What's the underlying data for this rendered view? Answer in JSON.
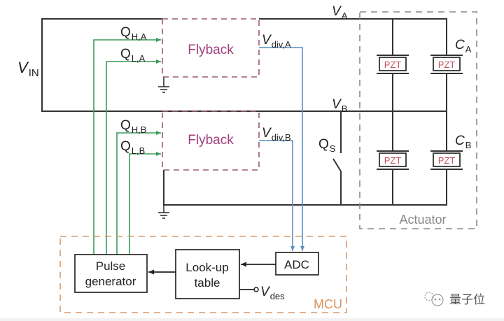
{
  "diagram": {
    "input_voltage": {
      "main": "V",
      "sub": "IN"
    },
    "flyback_a": {
      "label": "Flyback",
      "gate_high": {
        "main": "Q",
        "sub": "H,A"
      },
      "gate_low": {
        "main": "Q",
        "sub": "L,A"
      },
      "divider": {
        "main": "V",
        "sub": "div,A"
      }
    },
    "flyback_b": {
      "label": "Flyback",
      "gate_high": {
        "main": "Q",
        "sub": "H,B"
      },
      "gate_low": {
        "main": "Q",
        "sub": "L,B"
      },
      "divider": {
        "main": "V",
        "sub": "div,B"
      }
    },
    "node_a": {
      "main": "V",
      "sub": "A"
    },
    "node_b": {
      "main": "V",
      "sub": "B"
    },
    "switch": {
      "main": "Q",
      "sub": "S"
    },
    "cap_a": {
      "main": "C",
      "sub": "A"
    },
    "cap_b": {
      "main": "C",
      "sub": "B"
    },
    "pzt_label": "PZT",
    "actuator_label": "Actuator",
    "mcu": {
      "label": "MCU",
      "pulse_generator": [
        "Pulse",
        "generator"
      ],
      "lookup_table": [
        "Look-up",
        "table"
      ],
      "adc": "ADC",
      "desired_voltage": {
        "main": "V",
        "sub": "des"
      }
    },
    "watermark": "量子位"
  },
  "colors": {
    "wire": "#333333",
    "gate_signal": "#3a9a5b",
    "feedback_signal": "#5b8fc0",
    "flyback_box": "#9b5a78",
    "flyback_text": "#a0407e",
    "pzt_text": "#c0505a",
    "actuator_box": "#8a8a8a",
    "mcu_box": "#d99a6c",
    "mcu_text": "#d9925c"
  }
}
